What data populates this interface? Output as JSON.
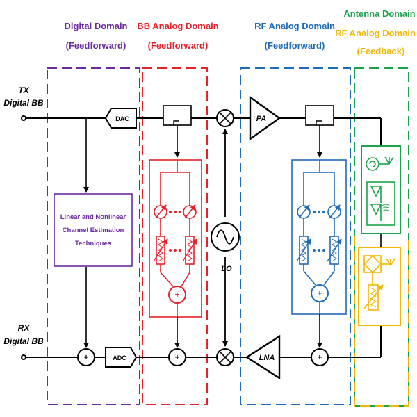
{
  "domains": {
    "digital": {
      "line1": "Digital Domain",
      "line2": "(Feedforward)",
      "color": "#6a2aa0"
    },
    "bb_analog": {
      "line1": "BB Analog Domain",
      "line2": "(Feedforward)",
      "color": "#e8202a"
    },
    "rf_analog": {
      "line1": "RF Analog Domain",
      "line2": "(Feedforward)",
      "color": "#1f6bb8"
    },
    "antenna": {
      "line1": "Antenna Domain",
      "color": "#1aa34a"
    },
    "rf_feedback": {
      "line1": "RF Analog Domain",
      "line2": "(Feedback)",
      "color": "#f2b705"
    }
  },
  "io": {
    "tx": {
      "line1": "TX",
      "line2": "Digital BB"
    },
    "rx": {
      "line1": "RX",
      "line2": "Digital BB"
    }
  },
  "blocks": {
    "dac": "DAC",
    "adc": "ADC",
    "pa": "PA",
    "lna": "LNA",
    "lo": "LO",
    "plus": "+",
    "estimation": {
      "line1": "Linear and Nonlinear",
      "line2": "Channel Estimation",
      "line3": "Techniques"
    }
  },
  "icons": {
    "mixer": "mixer-icon",
    "oscillator": "sine-oscillator-icon",
    "phase_shifter": "phase-shifter-icon",
    "attenuator": "variable-attenuator-icon",
    "antenna": "antenna-icon",
    "circulator": "circulator-icon",
    "coupler": "coupler-icon"
  }
}
